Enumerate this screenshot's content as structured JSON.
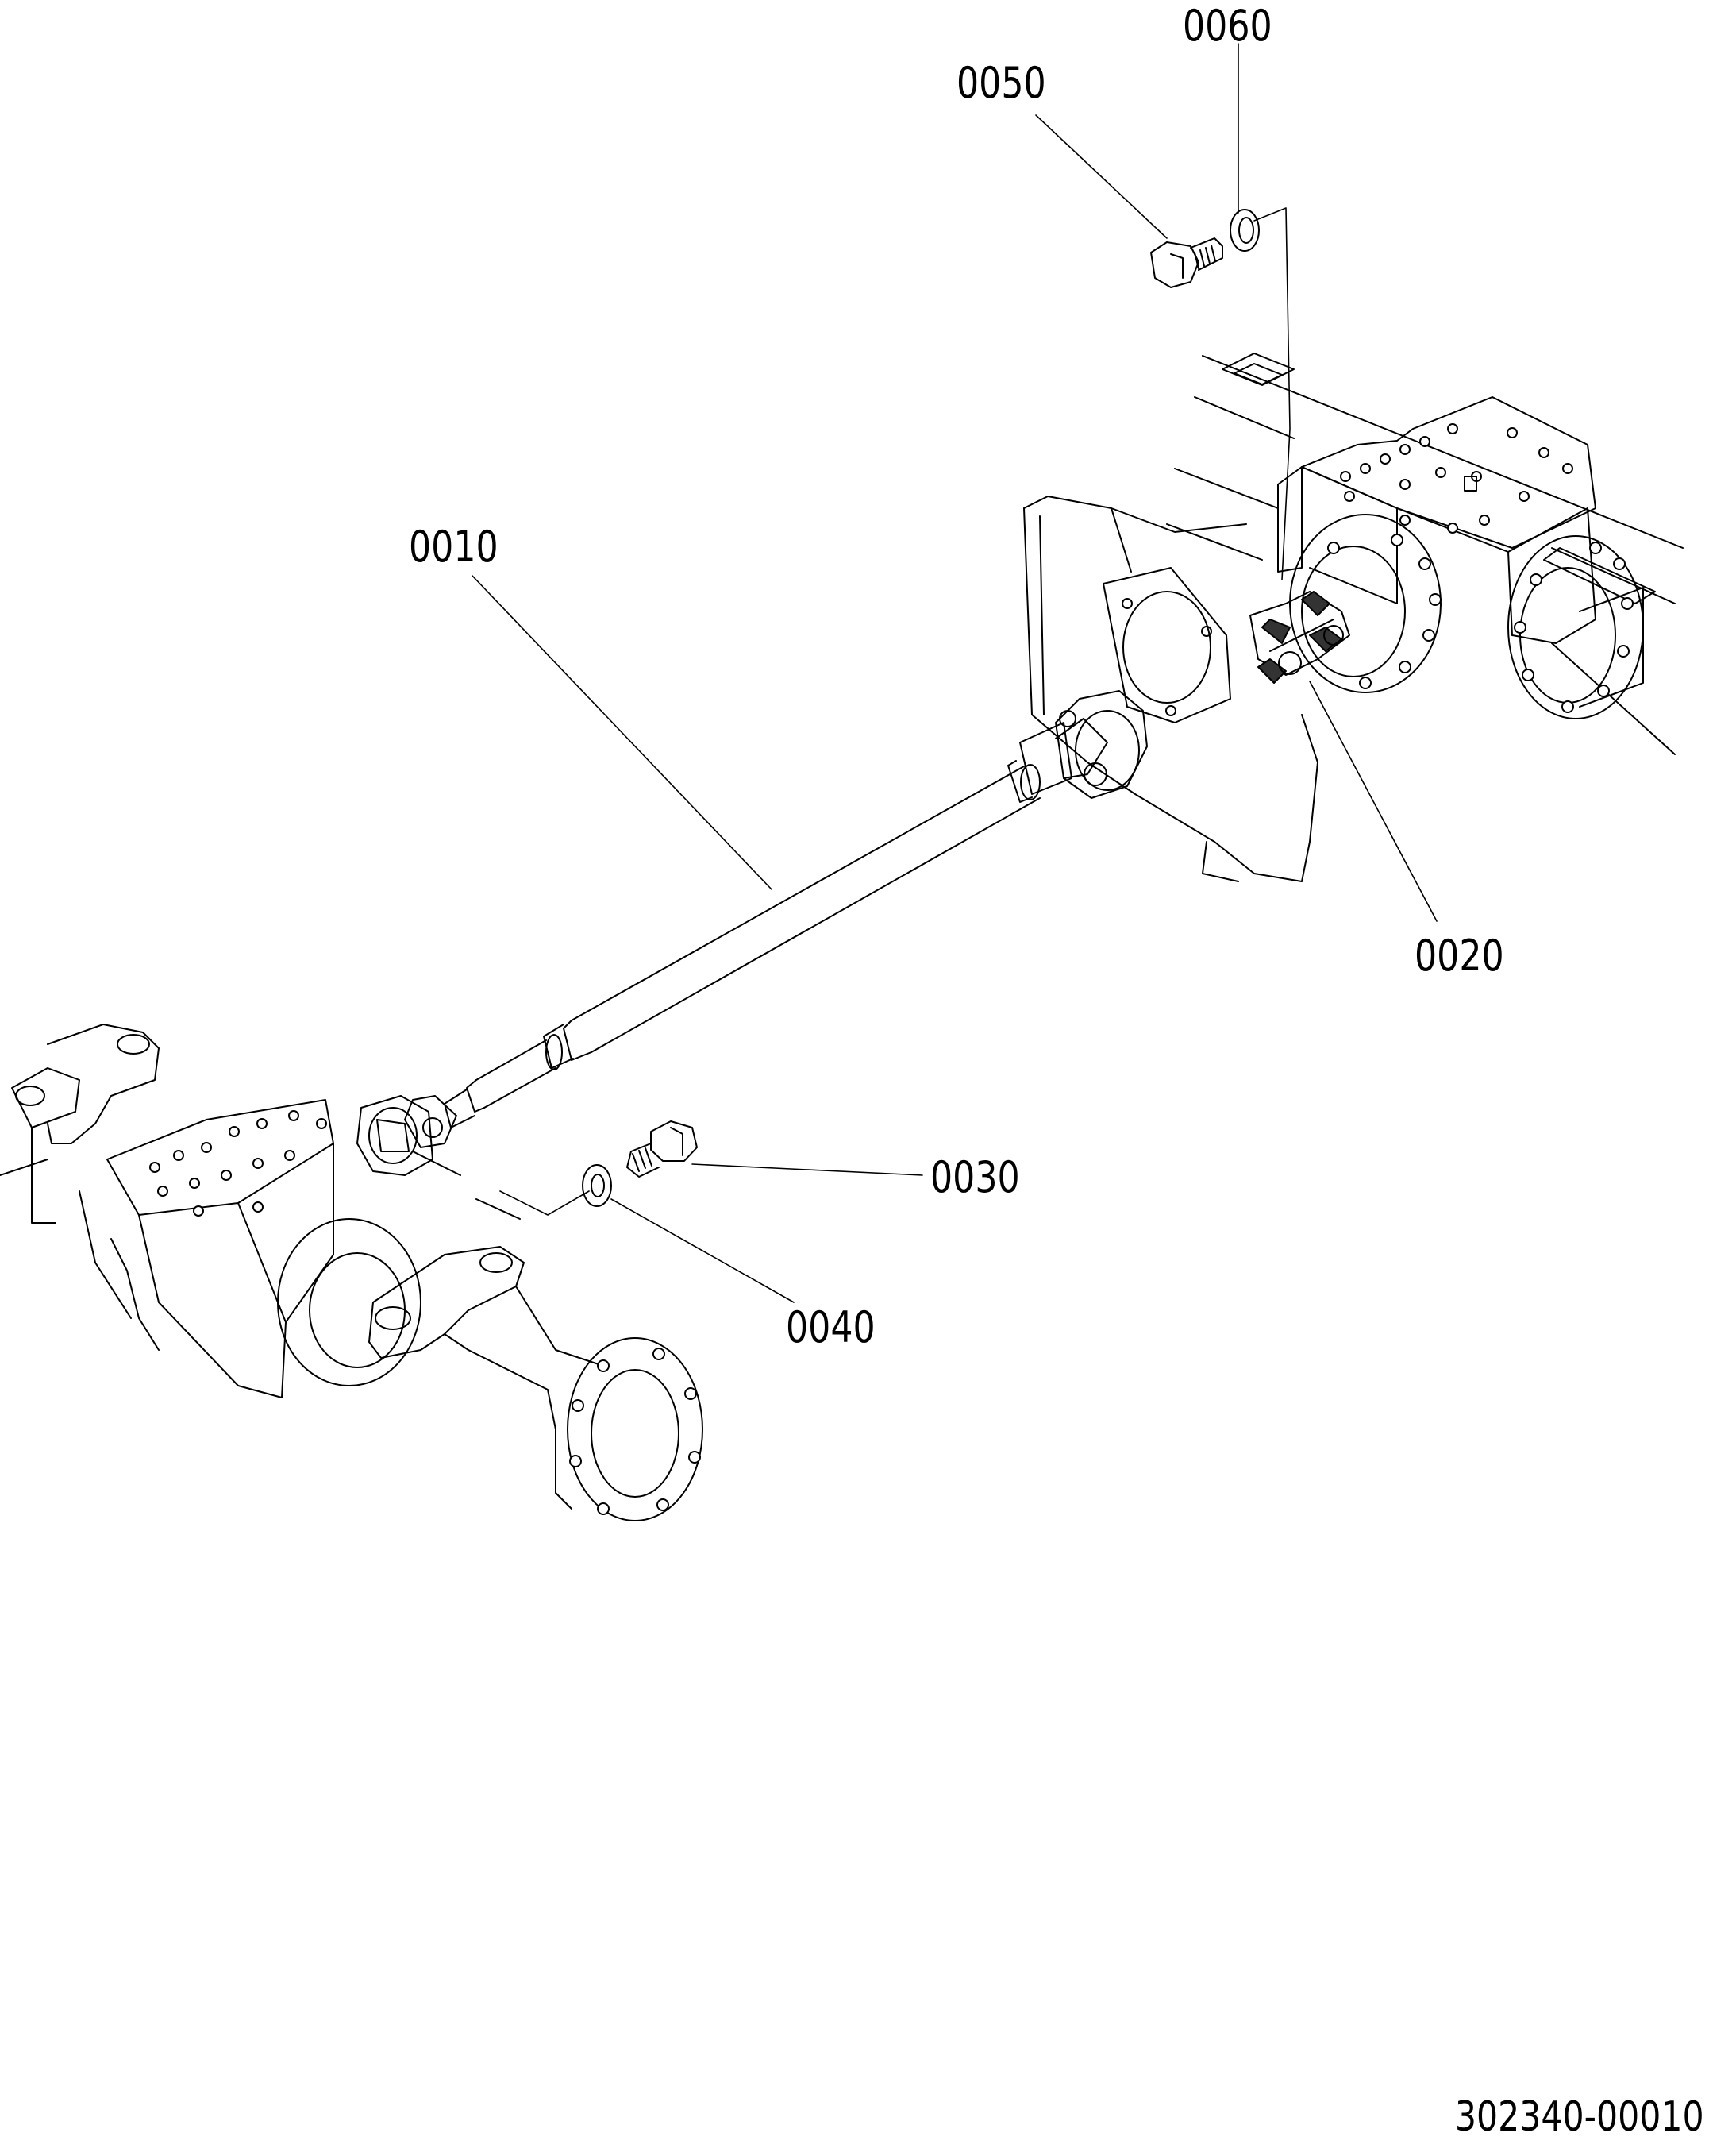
{
  "callouts": {
    "p0060": "0060",
    "p0050": "0050",
    "p0010": "0010",
    "p0020": "0020",
    "p0030": "0030",
    "p0040": "0040"
  },
  "drawing_number": "302340-00010",
  "colors": {
    "line": "#000000",
    "background": "#ffffff"
  }
}
